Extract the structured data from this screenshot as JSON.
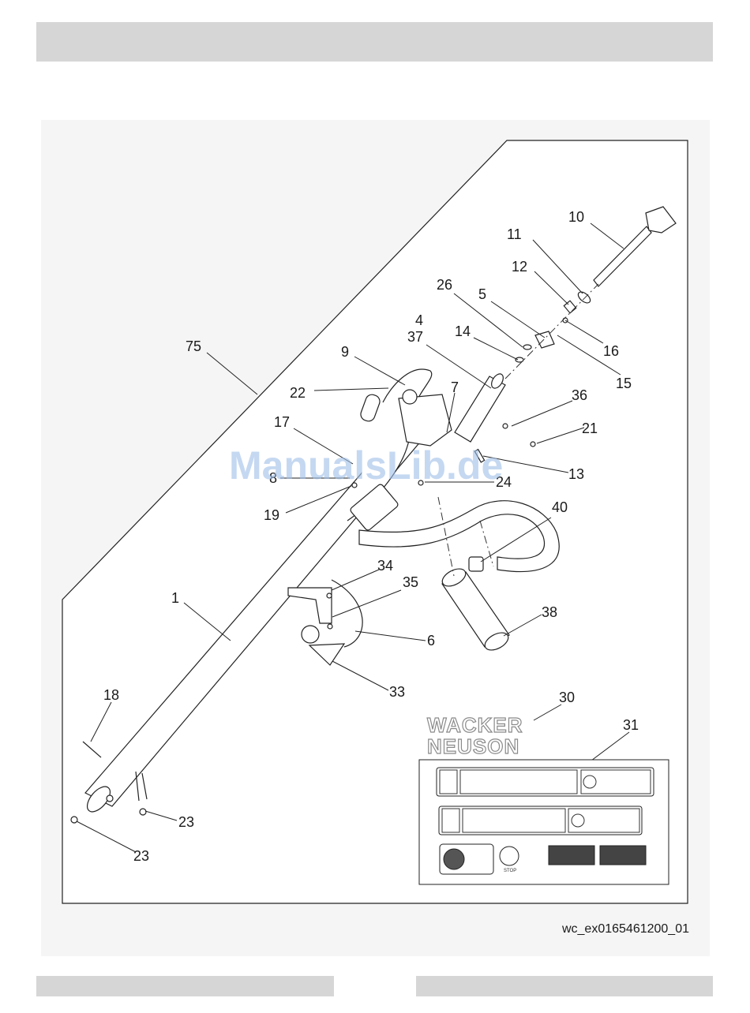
{
  "figure_ref": "wc_ex0165461200_01",
  "watermark": "ManualsLib.de",
  "brand": {
    "line1": "WACKER",
    "line2": "NEUSON"
  },
  "decal_stop_text": "STOP",
  "callouts": [
    {
      "id": "c10",
      "label": "10"
    },
    {
      "id": "c11",
      "label": "11"
    },
    {
      "id": "c12",
      "label": "12"
    },
    {
      "id": "c26",
      "label": "26"
    },
    {
      "id": "c5",
      "label": "5"
    },
    {
      "id": "c4",
      "label": "4"
    },
    {
      "id": "c37",
      "label": "37"
    },
    {
      "id": "c14",
      "label": "14"
    },
    {
      "id": "c16",
      "label": "16"
    },
    {
      "id": "c15",
      "label": "15"
    },
    {
      "id": "c75",
      "label": "75"
    },
    {
      "id": "c9",
      "label": "9"
    },
    {
      "id": "c22",
      "label": "22"
    },
    {
      "id": "c7",
      "label": "7"
    },
    {
      "id": "c36",
      "label": "36"
    },
    {
      "id": "c21",
      "label": "21"
    },
    {
      "id": "c17",
      "label": "17"
    },
    {
      "id": "c8",
      "label": "8"
    },
    {
      "id": "c24",
      "label": "24"
    },
    {
      "id": "c13",
      "label": "13"
    },
    {
      "id": "c19",
      "label": "19"
    },
    {
      "id": "c40",
      "label": "40"
    },
    {
      "id": "c34",
      "label": "34"
    },
    {
      "id": "c35",
      "label": "35"
    },
    {
      "id": "c1",
      "label": "1"
    },
    {
      "id": "c38",
      "label": "38"
    },
    {
      "id": "c6",
      "label": "6"
    },
    {
      "id": "c33",
      "label": "33"
    },
    {
      "id": "c18",
      "label": "18"
    },
    {
      "id": "c30",
      "label": "30"
    },
    {
      "id": "c31",
      "label": "31"
    },
    {
      "id": "c23a",
      "label": "23"
    },
    {
      "id": "c23b",
      "label": "23"
    }
  ]
}
